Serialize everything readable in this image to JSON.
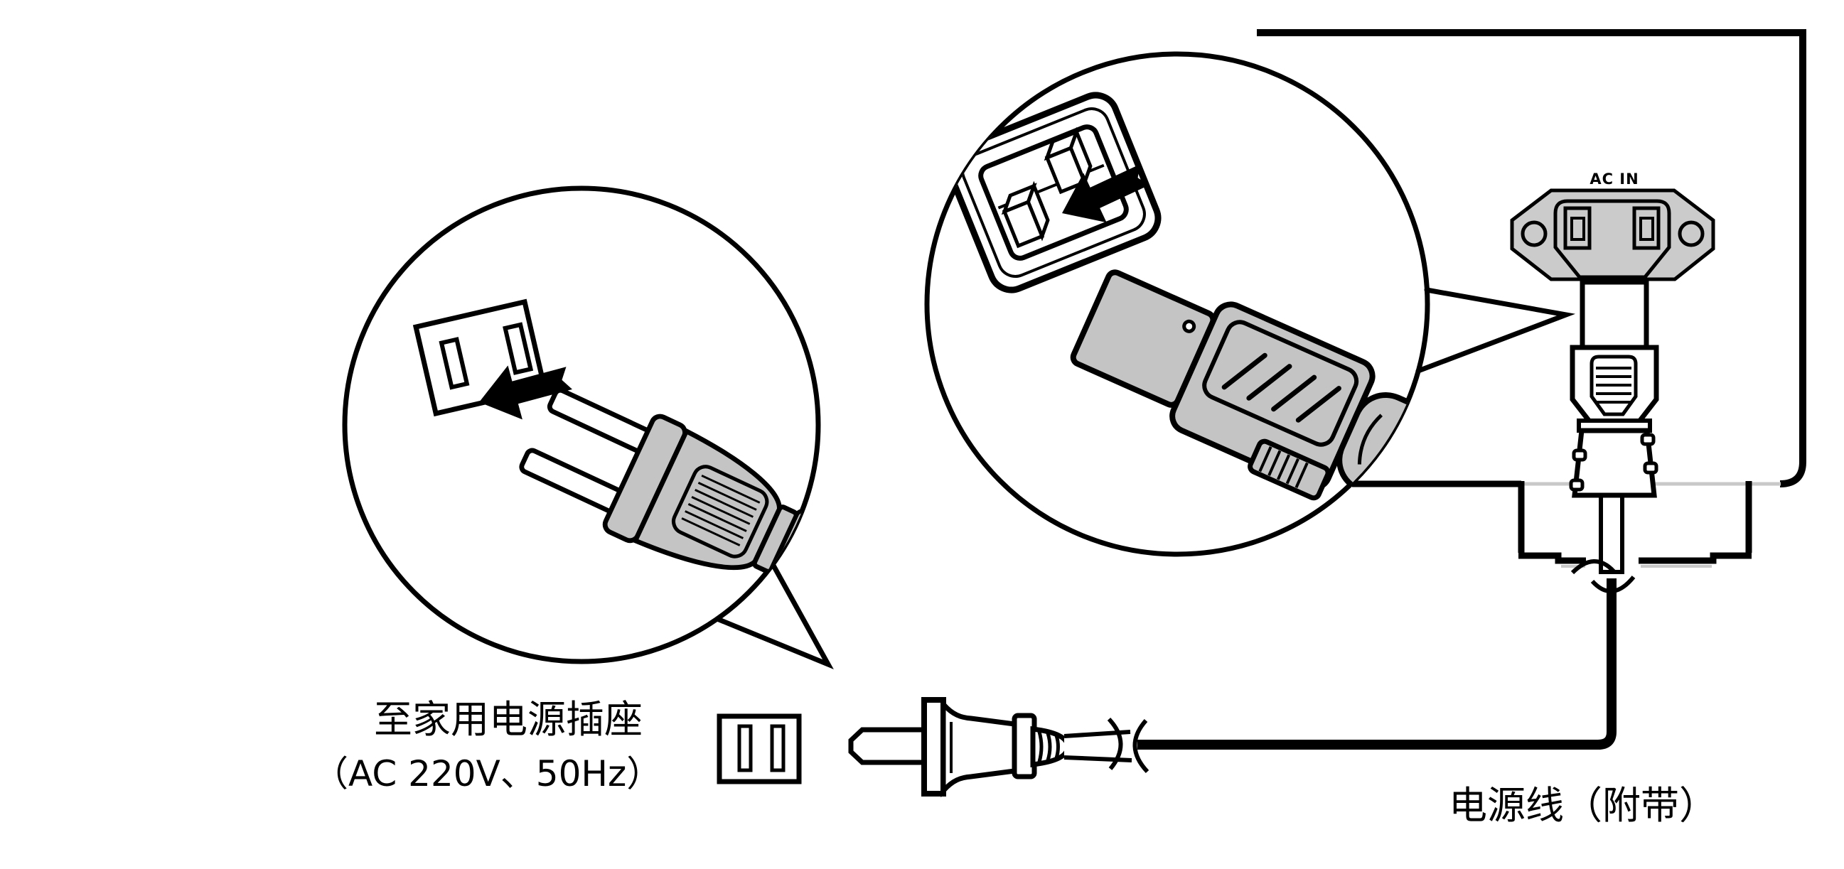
{
  "figure": {
    "kind": "power-cord-connection-diagram",
    "labels": {
      "wall_outlet_line1": "至家用电源插座",
      "wall_outlet_line2": "（AC 220V、50Hz）",
      "power_cord": "电源线（附带）",
      "ac_inlet": "AC IN"
    },
    "colors": {
      "line": "#000000",
      "plug_gray": "#c4c4c4",
      "flange_gray": "#cbcbcb",
      "panel_edge_gray": "#c8c8c8",
      "background": "#ffffff"
    },
    "icons": [
      "wall-outlet-icon",
      "two-prong-plug-icon",
      "arrow-left-icon",
      "iec-inlet-icon",
      "iec-connector-icon",
      "power-cable-icon",
      "cable-break-icon"
    ]
  }
}
